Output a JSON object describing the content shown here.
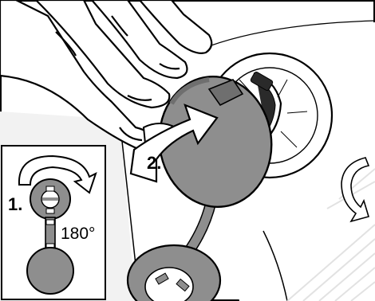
{
  "labels": {
    "step_one": "1.",
    "step_two": "2.",
    "rotation": "180°"
  },
  "icons": {
    "rotate": "curved-rotation-arrow",
    "push": "pointing-arrow"
  },
  "colors": {
    "outline": "#000000",
    "cap_fill": "#8e8e8e",
    "cap_fill_dark": "#6f6f6f",
    "background": "#ffffff",
    "glass": "#e6e6e6",
    "inset_bg": "#f2f2f2"
  }
}
